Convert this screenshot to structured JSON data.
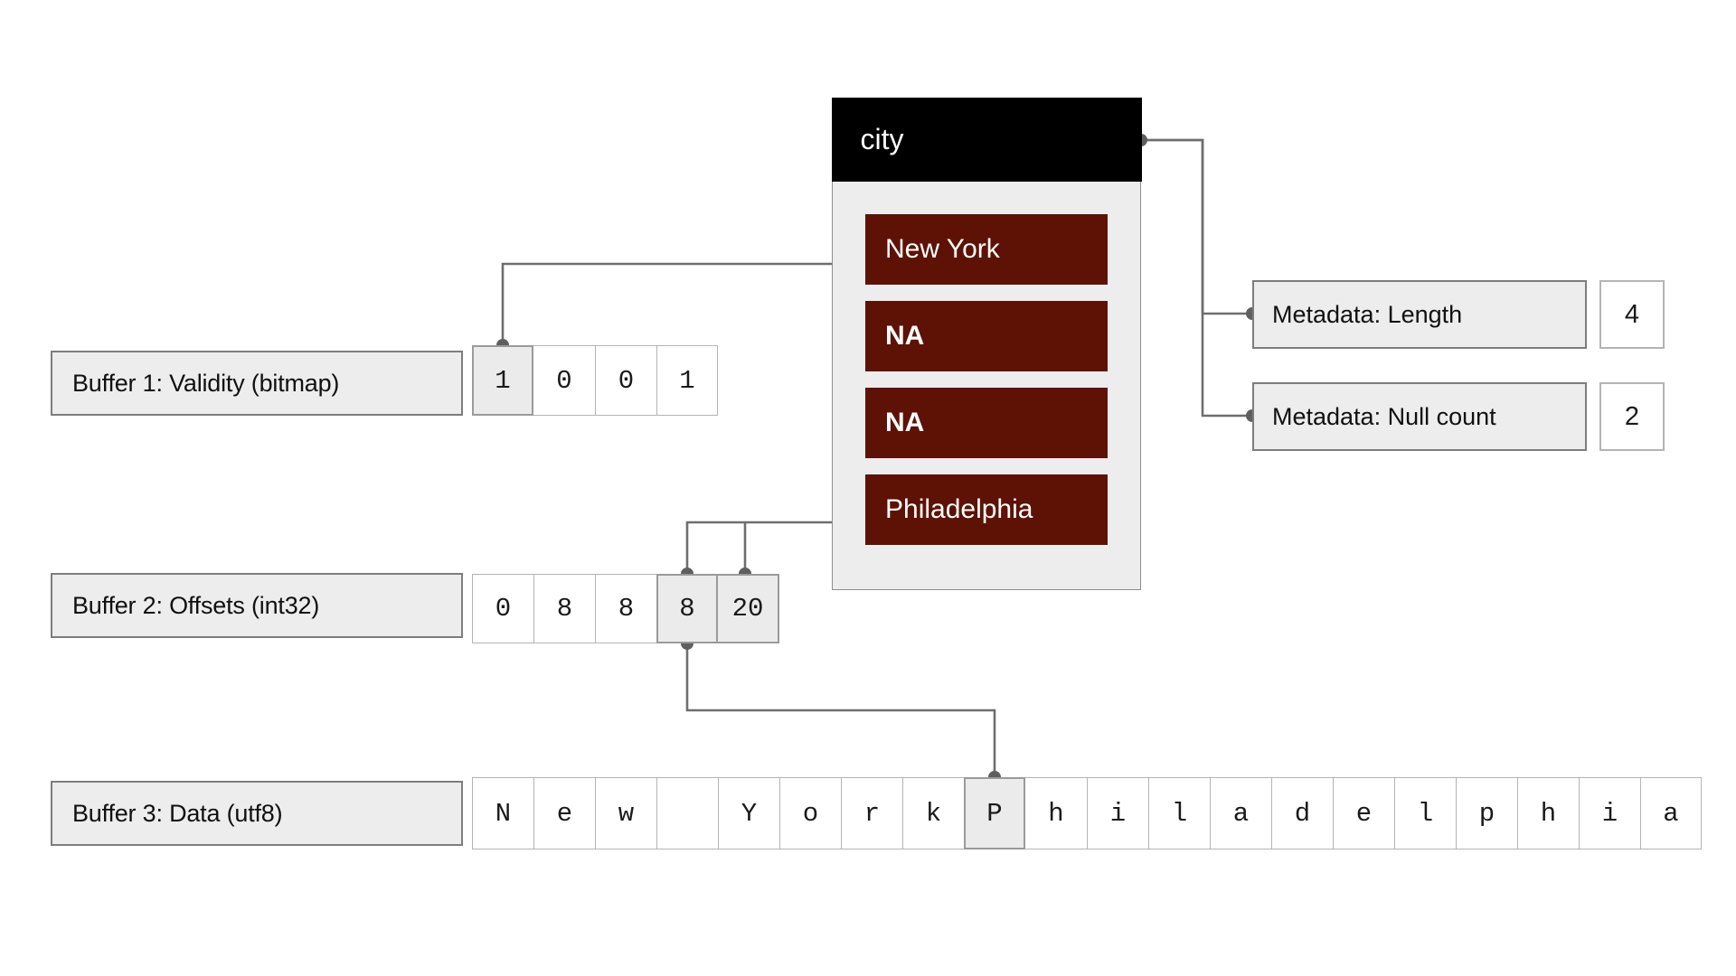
{
  "diagram": {
    "title": "city",
    "array_values": [
      {
        "text": "New York",
        "null": false
      },
      {
        "text": "NA",
        "null": true
      },
      {
        "text": "NA",
        "null": true
      },
      {
        "text": "Philadelphia",
        "null": false
      }
    ],
    "metadata": [
      {
        "label": "Metadata: Length",
        "value": "4"
      },
      {
        "label": "Metadata: Null count",
        "value": "2"
      }
    ],
    "buffers": [
      {
        "label": "Buffer 1: Validity (bitmap)",
        "cells": [
          "1",
          "0",
          "0",
          "1"
        ],
        "highlighted": [
          0
        ]
      },
      {
        "label": "Buffer 2: Offsets (int32)",
        "cells": [
          "0",
          "8",
          "8",
          "8",
          "20"
        ],
        "highlighted": [
          3,
          4
        ]
      },
      {
        "label": "Buffer 3: Data (utf8)",
        "cells": [
          "N",
          "e",
          "w",
          " ",
          "Y",
          "o",
          "r",
          "k",
          "P",
          "h",
          "i",
          "l",
          "a",
          "d",
          "e",
          "l",
          "p",
          "h",
          "i",
          "a"
        ],
        "highlighted": [
          8
        ]
      }
    ],
    "colors": {
      "value_fill": "#5e1205",
      "header_fill": "#000000",
      "panel_fill": "#ededed",
      "wire": "#6e6e6e",
      "highlight_fill": "#ebebeb"
    }
  }
}
